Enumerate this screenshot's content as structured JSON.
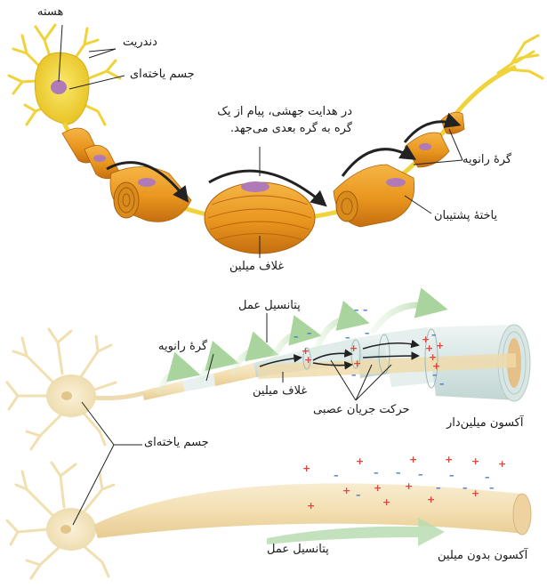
{
  "top_diagram": {
    "labels": {
      "nucleus": "هسته",
      "dendrite": "دندریت",
      "cell_body": "جسم یاخته‌ای",
      "saltatory_line1": "در هدایت جهشی، پیام از یک",
      "saltatory_line2": "گره به گره بعدی می‌جهد.",
      "node_of_ranvier": "گرهٔ رانویه",
      "schwann_cell": "یاختهٔ پشتیبان",
      "myelin_sheath": "غلاف میلین"
    }
  },
  "bottom_diagram": {
    "labels": {
      "action_potential_top": "پتانسیل عمل",
      "node_of_ranvier": "گرهٔ رانویه",
      "myelin_sheath": "غلاف میلین",
      "nerve_current": "حرکت جریان عصبی",
      "myelinated_axon": "آکسون میلین‌دار",
      "cell_body": "جسم یاخته‌ای",
      "action_potential_bottom": "پتانسیل عمل",
      "unmyelinated_axon": "آکسون بدون میلین"
    }
  },
  "colors": {
    "myelin_orange": "#e8961e",
    "neuron_yellow": "#f0d23a",
    "schwann_purple": "#b07ab8",
    "pale_neuron": "#f6e7c0",
    "arrow_green": "#b9dcb0",
    "plus_red": "#e0443c",
    "minus_blue": "#4a78c0"
  }
}
